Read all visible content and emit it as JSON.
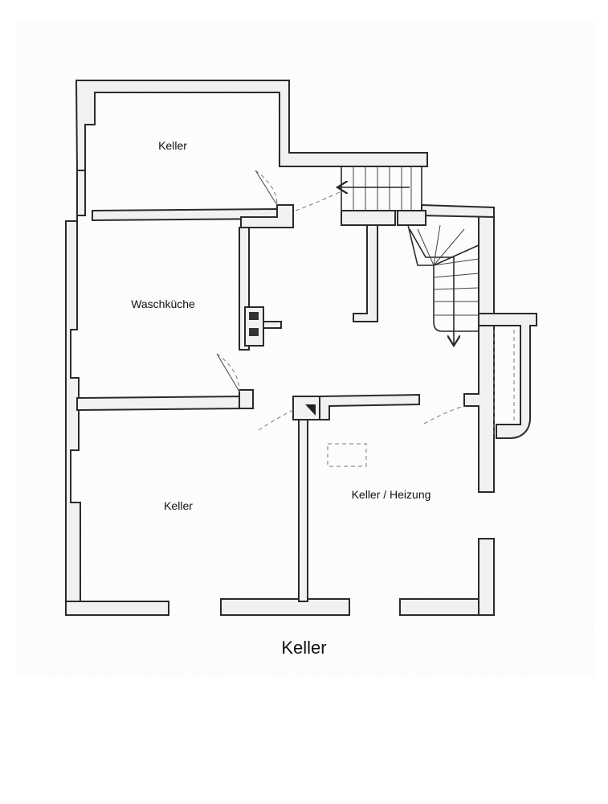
{
  "title": "Keller",
  "rooms": {
    "keller_top": "Keller",
    "waschkueche": "Waschküche",
    "keller_bottom_left": "Keller",
    "keller_heizung": "Keller / Heizung"
  },
  "colors": {
    "wall_fill": "#f1f1f1",
    "ink": "#2a2a2a",
    "background": "#ffffff"
  }
}
